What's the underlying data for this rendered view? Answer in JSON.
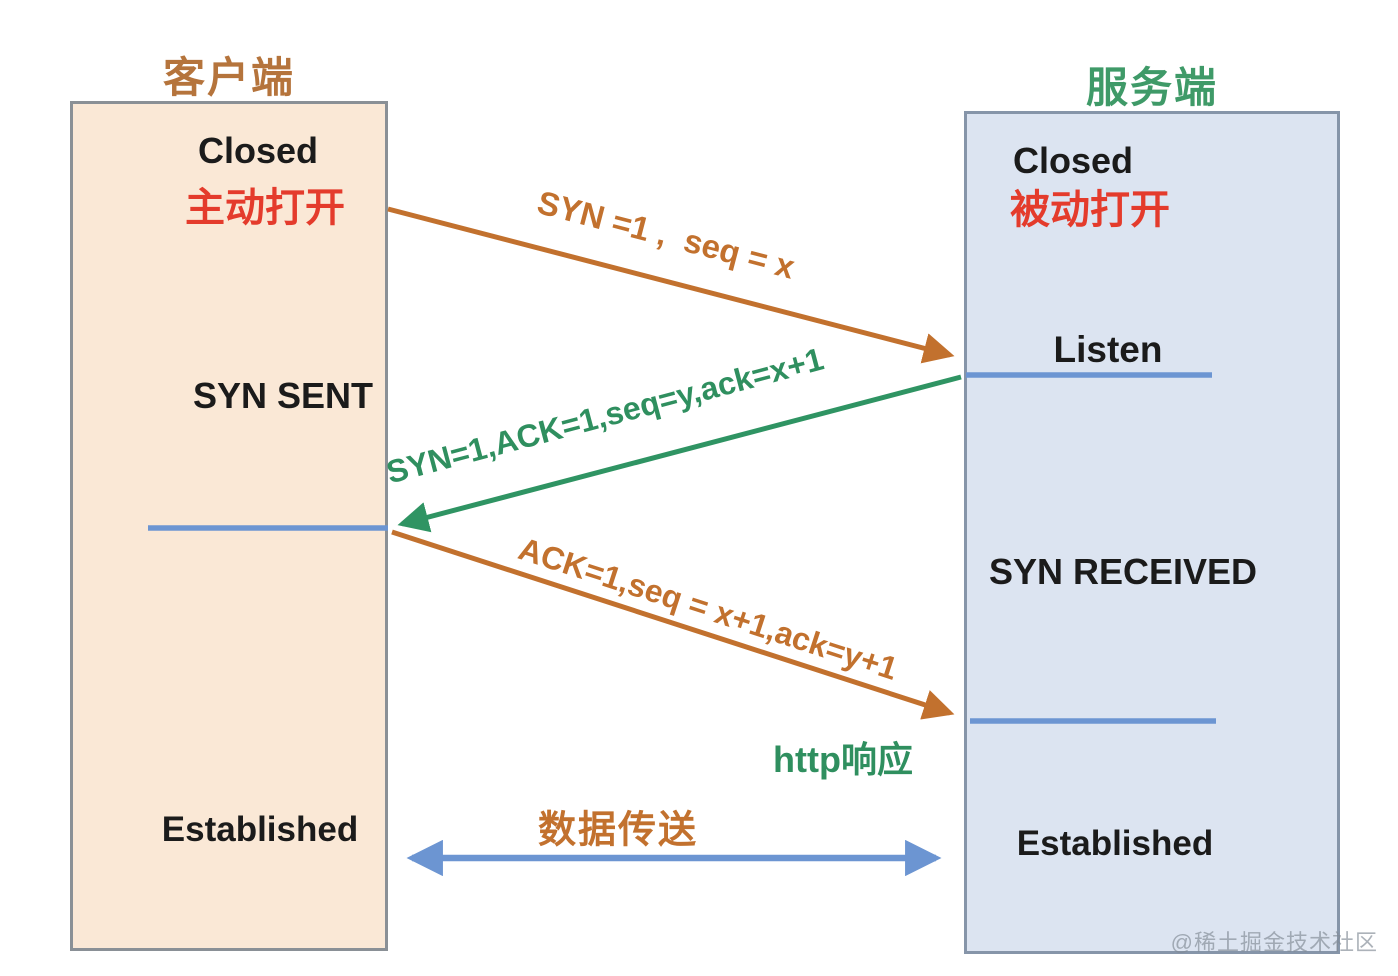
{
  "diagram": {
    "client": {
      "title": "客户端",
      "states": {
        "closed": "Closed",
        "open_mode": "主动打开",
        "syn_sent": "SYN SENT",
        "established": "Established"
      }
    },
    "server": {
      "title": "服务端",
      "states": {
        "closed": "Closed",
        "open_mode": "被动打开",
        "listen": "Listen",
        "syn_received": "SYN RECEIVED",
        "established": "Established"
      }
    },
    "messages": {
      "syn": "SYN =1 ,  seq = x",
      "syn_ack": "SYN=1,ACK=1,seq=y,ack=x+1",
      "ack": "ACK=1,seq = x+1,ack=y+1",
      "http_response": "http响应",
      "data_transfer": "数据传送"
    },
    "watermark": "@稀土掘金技术社区",
    "colors": {
      "client_fill": "#FAE8D6",
      "client_border": "#8A9096",
      "server_fill": "#DCE4F1",
      "server_border": "#8695A9",
      "client_title": "#B5743C",
      "server_title": "#3F9A68",
      "state_text": "#1B1B1B",
      "open_mode_red": "#E43B2C",
      "arrow_orange": "#C2712E",
      "arrow_green": "#2F9463",
      "arrow_blue": "#6C95D2",
      "watermark_gray": "#82899"
    }
  }
}
